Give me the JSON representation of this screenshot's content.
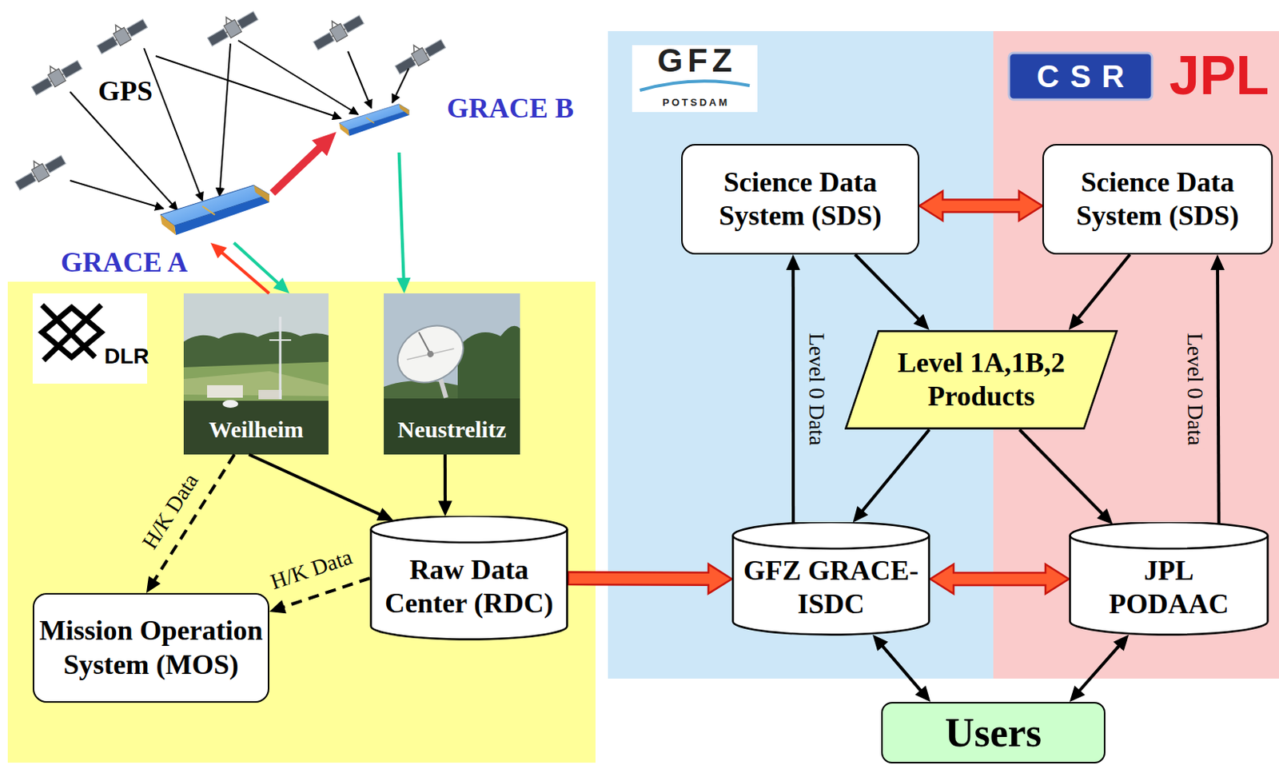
{
  "diagram": {
    "nodes": [
      {
        "text": [
          "GRACE A"
        ]
      },
      {
        "text": [
          "GRACE B"
        ]
      },
      {
        "text": [
          "DLR"
        ]
      },
      {
        "text": [
          "Weilheim"
        ],
        "in": 2
      },
      {
        "text": [
          "Neustrelitz"
        ],
        "in": 2
      },
      {
        "text": [
          "Mission Operation System (MOS)"
        ],
        "in": 2
      },
      {
        "text": [
          "Raw Data Center (RDC)"
        ],
        "in": 2
      },
      {
        "text": [
          "GFZ",
          "POTSDAM"
        ]
      },
      {
        "text": [
          "Science Data System (SDS)"
        ],
        "in": 7
      },
      {
        "text": [
          "GFZ GRACE-ISDC"
        ],
        "in": 7
      },
      {
        "text": [
          "CSR",
          "JPL"
        ]
      },
      {
        "text": [
          "Science Data System (SDS)"
        ],
        "in": 10
      },
      {
        "text": [
          "JPL PODAAC"
        ],
        "in": 10
      },
      {
        "text": [
          "Level 1A,1B,2 Products"
        ]
      },
      {
        "text": [
          "Users"
        ]
      }
    ],
    "edges": [
      {
        "from": 0,
        "to": 1,
        "arrow": "to"
      },
      {
        "from": 3,
        "to": 0,
        "arrow": "to"
      },
      {
        "from": 0,
        "to": 3,
        "arrow": "to"
      },
      {
        "from": 1,
        "to": 4,
        "arrow": "to"
      },
      {
        "from": 3,
        "to": 6,
        "arrow": "to"
      },
      {
        "from": 4,
        "to": 6,
        "arrow": "to"
      },
      {
        "from": 3,
        "to": 5,
        "arrow": "to",
        "label": "H/K Data"
      },
      {
        "from": 6,
        "to": 5,
        "arrow": "to",
        "label": "H/K Data"
      },
      {
        "from": 6,
        "to": 9,
        "arrow": "to"
      },
      {
        "from": 9,
        "to": 8,
        "arrow": "to",
        "label": "Level 0 Data"
      },
      {
        "from": 12,
        "to": 11,
        "arrow": "to",
        "label": "Level 0 Data"
      },
      {
        "from": 8,
        "to": 11,
        "arrow": "both"
      },
      {
        "from": 8,
        "to": 13,
        "arrow": "to"
      },
      {
        "from": 11,
        "to": 13,
        "arrow": "to"
      },
      {
        "from": 13,
        "to": 9,
        "arrow": "to"
      },
      {
        "from": 13,
        "to": 12,
        "arrow": "to"
      },
      {
        "from": 9,
        "to": 12,
        "arrow": "both"
      },
      {
        "from": 9,
        "to": 14,
        "arrow": "both"
      },
      {
        "from": 12,
        "to": 14,
        "arrow": "both"
      }
    ],
    "labels": [
      "GPS"
    ]
  }
}
